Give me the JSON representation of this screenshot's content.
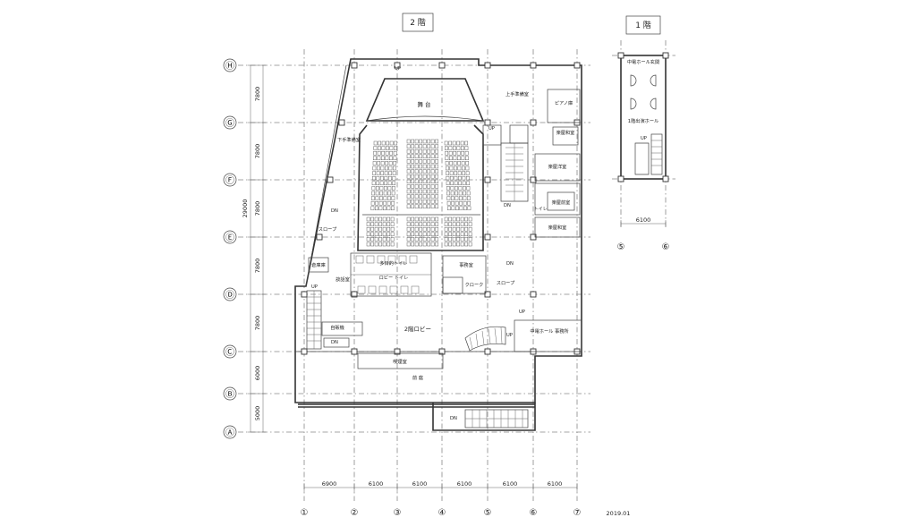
{
  "floor_titles": {
    "main": "2 階",
    "side": "1 階"
  },
  "date": "2019.01",
  "col_labels": [
    "①",
    "②",
    "③",
    "④",
    "⑤",
    "⑥",
    "⑦"
  ],
  "row_labels": [
    "Ⓗ",
    "Ⓖ",
    "Ⓕ",
    "Ⓔ",
    "Ⓓ",
    "Ⓒ",
    "Ⓑ",
    "Ⓐ"
  ],
  "side_col_labels": [
    "⑤",
    "⑥"
  ],
  "h_dims": [
    "6900",
    "6100",
    "6100",
    "6100",
    "6100",
    "6100"
  ],
  "side_h_dim": "6100",
  "v_dims": [
    "7800",
    "7800",
    "7800",
    "7800",
    "7800",
    "6000",
    "5000"
  ],
  "v_total": "29000",
  "rooms": {
    "stage": "舞 台",
    "upper_wing": "上手準備室",
    "piano": "ピアノ庫",
    "lower_wing": "下手準備室",
    "dressing1": "楽屋洋室",
    "dressing2": "楽屋和室",
    "dressing3": "楽屋前室",
    "dressing4": "楽屋和室",
    "toilet_top": "トイレ",
    "slope_left": "スロープ",
    "slope_right": "スロープ",
    "warehouse": "倉庫庫",
    "multi_toilet": "多目的トイレ",
    "lobby_toilet": "ロビー トイレ",
    "lounge": "談話室",
    "office": "事務室",
    "cloak": "クローク",
    "lobby": "2階ロビー",
    "vending": "自販機",
    "smoking": "喫煙室",
    "front_eave": "前 庭",
    "hall_office": "中電ホール 事務所",
    "side_entrance": "中電ホール玄関",
    "side_lobby": "1階出演ホール"
  },
  "marks": {
    "up": "UP",
    "dn": "DN"
  }
}
